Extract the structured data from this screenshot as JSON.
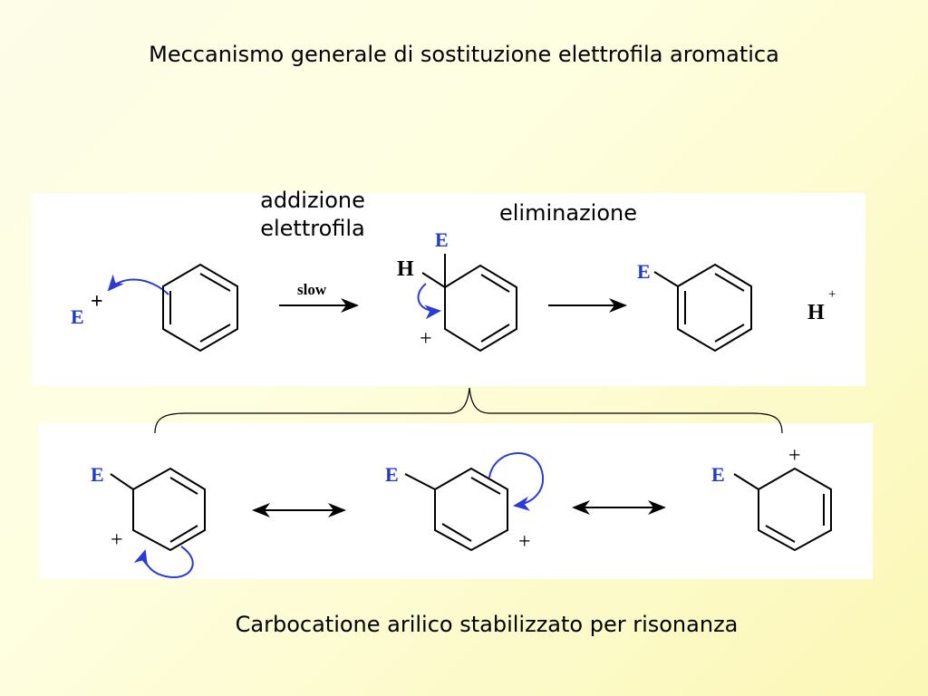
{
  "title": "Meccanismo generale di sostituzione elettrofila aromatica",
  "labels": {
    "addition": "addizione\nelettrofila",
    "elimination": "eliminazione",
    "slow": "slow"
  },
  "atoms": {
    "electrophile": "E",
    "hydrogen": "H",
    "plus": "+"
  },
  "caption": "Carbocatione arilico stabilizzato per risonanza",
  "colors": {
    "electrophile": "#1f39c8",
    "arrow_curly": "#2a3bd8"
  }
}
